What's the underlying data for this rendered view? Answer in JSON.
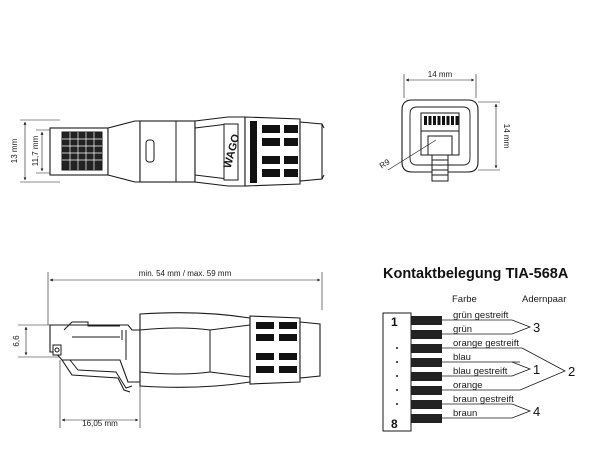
{
  "dimensions": {
    "top_view": {
      "height_13": "13 mm",
      "height_11_7": "11,7 mm"
    },
    "front_view": {
      "width": "14 mm",
      "height": "14 mm",
      "radius": "R9"
    },
    "side_view": {
      "length": "min. 54 mm / max. 59 mm",
      "height_6_6": "6,6",
      "offset": "16,05 mm"
    }
  },
  "brand": {
    "logo_text": "WAGO"
  },
  "pinout": {
    "title": "Kontaktbelegung TIA-568A",
    "col_color": "Farbe",
    "col_pair": "Adernpaar",
    "pin_first": "1",
    "pin_last": "8",
    "wires": [
      {
        "label": "grün gestreift"
      },
      {
        "label": "grün"
      },
      {
        "label": "orange gestreift"
      },
      {
        "label": "blau"
      },
      {
        "label": "blau gestreift"
      },
      {
        "label": "orange"
      },
      {
        "label": "braun gestreift"
      },
      {
        "label": "braun"
      }
    ],
    "pairs": [
      "3",
      "1",
      "2",
      "4"
    ]
  }
}
